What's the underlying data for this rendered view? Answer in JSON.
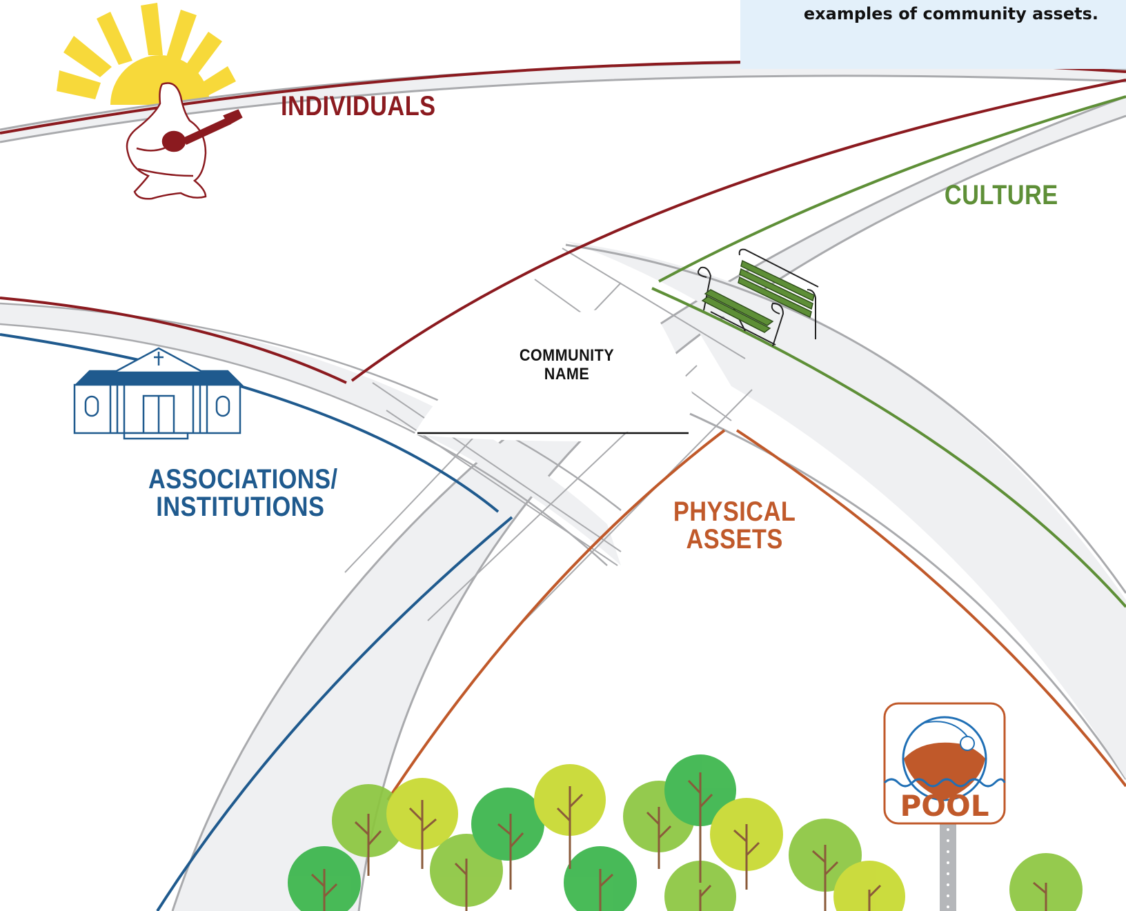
{
  "instruction_box": {
    "text": "examples of community assets."
  },
  "categories": {
    "individuals": {
      "label": "INDIVIDUALS",
      "color": "#8b1a1f",
      "icon": "guitar-player-icon"
    },
    "culture": {
      "label": "CULTURE",
      "color": "#5e8f37",
      "icon": "park-bench-icon"
    },
    "associations": {
      "label_line1": "ASSOCIATIONS/",
      "label_line2": "INSTITUTIONS",
      "color": "#1f5a8e",
      "icon": "church-building-icon"
    },
    "physical": {
      "label_line1": "PHYSICAL",
      "label_line2": "ASSETS",
      "color": "#c0592a",
      "icon": "trees-icon"
    }
  },
  "center": {
    "label_line1": "COMMUNITY",
    "label_line2": "NAME",
    "name_value": ""
  },
  "pool_sign": {
    "label": "POOL",
    "color": "#c0592a",
    "icon": "beach-ball-icon"
  },
  "sun": {
    "icon": "sun-icon",
    "color": "#f7d93a"
  },
  "road": {
    "fill": "#eff0f2",
    "edge": "#a9aaad"
  }
}
